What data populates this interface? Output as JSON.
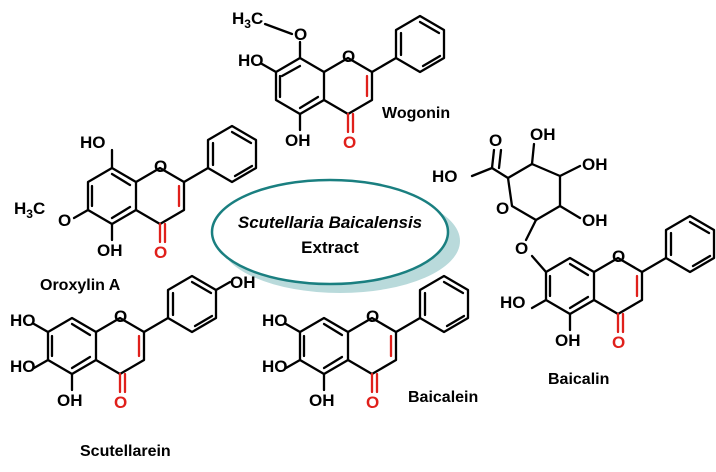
{
  "center": {
    "line1": "Scutellaria Baicalensis",
    "line2": "Extract",
    "ellipse_color": "#1a7f80",
    "shadow_color": "#b9dadb"
  },
  "colors": {
    "carbonyl": "#e0201b",
    "bond": "#000000"
  },
  "atoms": {
    "O": "O",
    "OH": "OH",
    "HO": "HO",
    "H3C": "H",
    "H3C_sub": "3",
    "H3C_tail": "C"
  },
  "compounds": {
    "wogonin": {
      "name": "Wogonin"
    },
    "oroxylin": {
      "name": "Oroxylin A"
    },
    "scutellarein": {
      "name": "Scutellarein"
    },
    "baicalein": {
      "name": "Baicalein"
    },
    "baicalin": {
      "name": "Baicalin"
    }
  }
}
